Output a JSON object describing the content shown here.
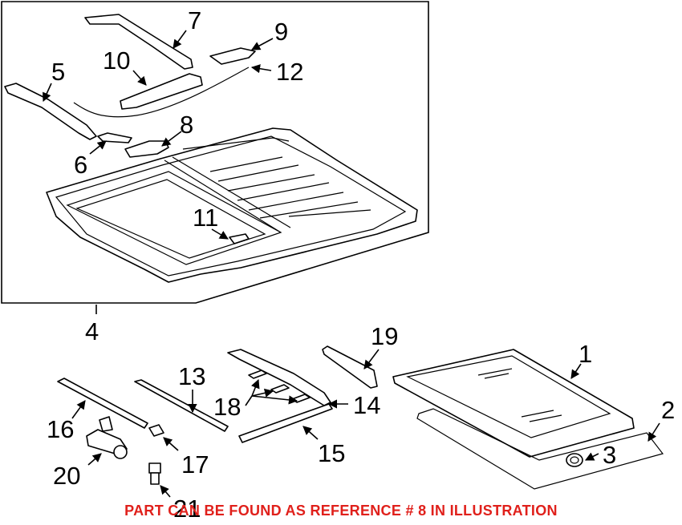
{
  "callouts": {
    "c1": "1",
    "c2": "2",
    "c3": "3",
    "c4": "4",
    "c5": "5",
    "c6": "6",
    "c7": "7",
    "c8": "8",
    "c9": "9",
    "c10": "10",
    "c11": "11",
    "c12": "12",
    "c13": "13",
    "c14": "14",
    "c15": "15",
    "c16": "16",
    "c17": "17",
    "c18": "18",
    "c19": "19",
    "c20": "20",
    "c21": "21"
  },
  "note": "PART CAN BE FOUND AS REFERENCE # 8 IN ILLUSTRATION",
  "colors": {
    "note": "#e0201b",
    "line": "#000000",
    "background": "#ffffff"
  }
}
